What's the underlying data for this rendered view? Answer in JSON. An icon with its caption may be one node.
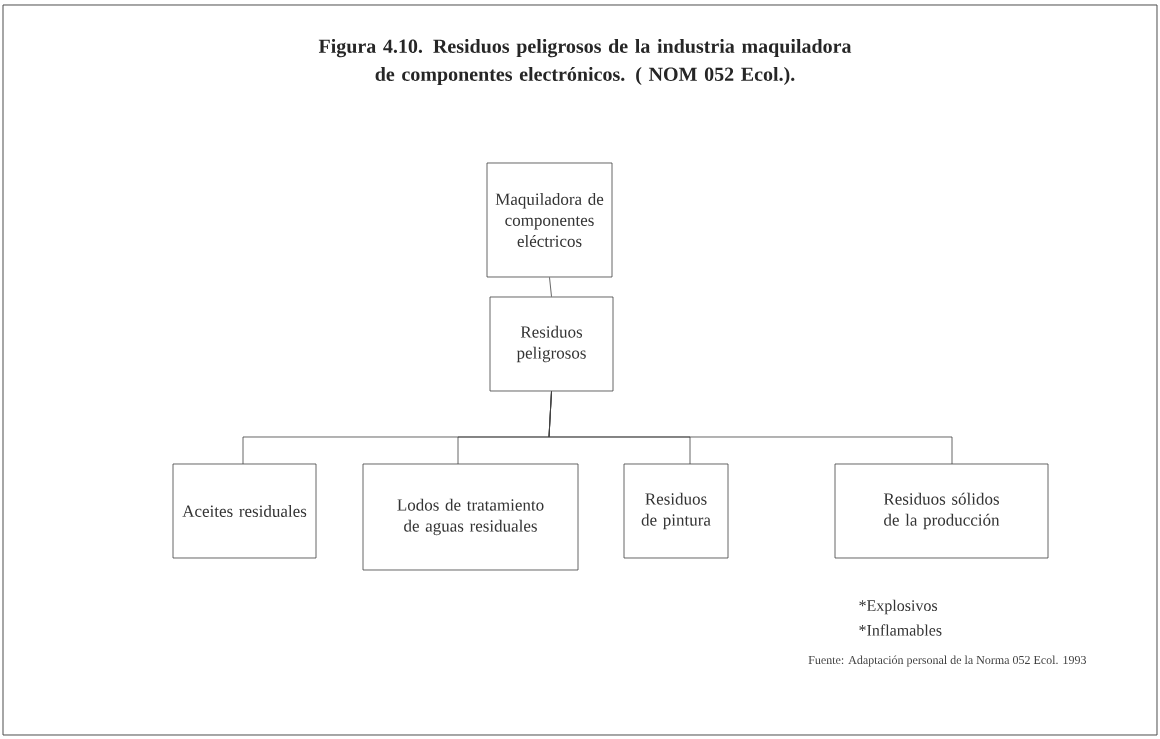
{
  "diagram": {
    "title": "Figura 4.10. Residuos peligrosos de la industria maquiladora de componentes electrónicos. ( NOM 052 Ecol.).",
    "caption": "Fuente: Adaptación personal de la Norma 052 Ecol. 1993",
    "nodes": [
      {
        "text": [
          "Maquiladora de componentes eléctricos"
        ]
      },
      {
        "text": [
          "Residuos peligrosos"
        ]
      },
      {
        "text": [
          "Aceites residuales"
        ]
      },
      {
        "text": [
          "Lodos de tratamiento de aguas residuales"
        ]
      },
      {
        "text": [
          "Residuos de pintura"
        ]
      },
      {
        "text": [
          "Residuos sólidos de la producción"
        ],
        "beside": [
          "*Explosivos",
          "*Inflamables"
        ]
      }
    ],
    "edges": [
      {
        "from": 0,
        "to": 1,
        "arrow": "none"
      },
      {
        "from": 1,
        "to": 2,
        "arrow": "none"
      },
      {
        "from": 1,
        "to": 3,
        "arrow": "none"
      },
      {
        "from": 1,
        "to": 4,
        "arrow": "none"
      },
      {
        "from": 1,
        "to": 5,
        "arrow": "none"
      }
    ]
  }
}
